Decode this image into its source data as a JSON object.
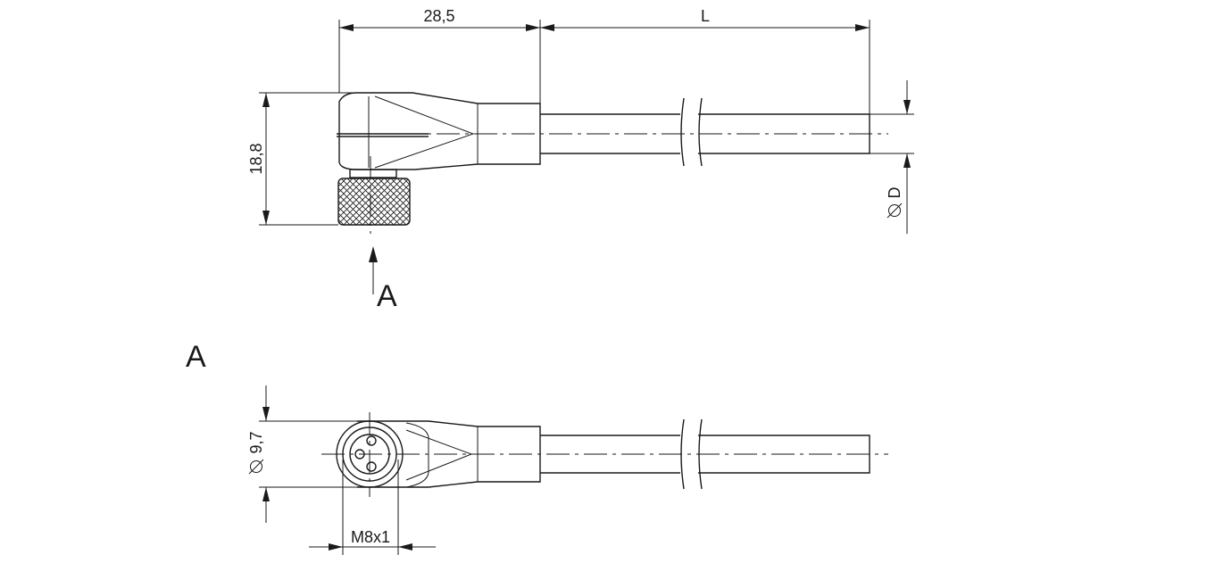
{
  "dimensions": {
    "width_28_5": "28,5",
    "length": "L",
    "height_18_8": "18,8",
    "diameter_d": "D",
    "diameter_9_7": "9,7",
    "thread": "M8x1"
  },
  "view_labels": {
    "arrow_label": "A",
    "view_title": "A"
  }
}
